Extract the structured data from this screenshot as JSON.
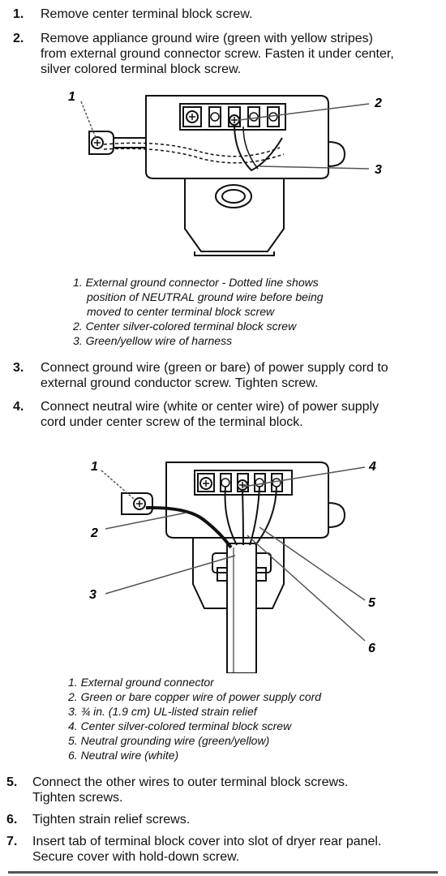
{
  "steps": [
    {
      "num": "1.",
      "lines": [
        "Remove center terminal block screw."
      ]
    },
    {
      "num": "2.",
      "lines": [
        "Remove appliance ground wire (green with yellow stripes)",
        "from external ground connector screw. Fasten it under center,",
        "silver colored terminal block screw."
      ]
    },
    {
      "num": "3.",
      "lines": [
        "Connect ground wire (green or bare) of power supply cord to",
        "external ground conductor screw. Tighten screw."
      ]
    },
    {
      "num": "4.",
      "lines": [
        "Connect neutral wire (white or center wire) of power supply",
        "cord under center screw of the terminal block."
      ]
    },
    {
      "num": "5.",
      "lines": [
        "Connect the other wires to outer terminal block screws.",
        "Tighten screws."
      ]
    },
    {
      "num": "6.",
      "lines": [
        "Tighten strain relief screws."
      ]
    },
    {
      "num": "7.",
      "lines": [
        "Insert tab of terminal block cover into slot of dryer rear panel.",
        "Secure cover with hold-down screw."
      ]
    }
  ],
  "figure1": {
    "callouts": [
      "1",
      "2",
      "3"
    ],
    "caption": [
      "1. External ground connector - Dotted line shows",
      "position of NEUTRAL ground wire before being",
      "moved to center terminal block screw",
      "2. Center silver-colored terminal block screw",
      "3. Green/yellow wire of harness"
    ]
  },
  "figure2": {
    "callouts": [
      "1",
      "2",
      "3",
      "4",
      "5",
      "6"
    ],
    "caption": [
      "1. External ground connector",
      "2. Green or bare copper wire of power supply cord",
      "3. ¾ in. (1.9 cm) UL-listed strain relief",
      "4. Center silver-colored terminal block screw",
      "5. Neutral grounding wire (green/yellow)",
      "6. Neutral wire (white)"
    ]
  }
}
